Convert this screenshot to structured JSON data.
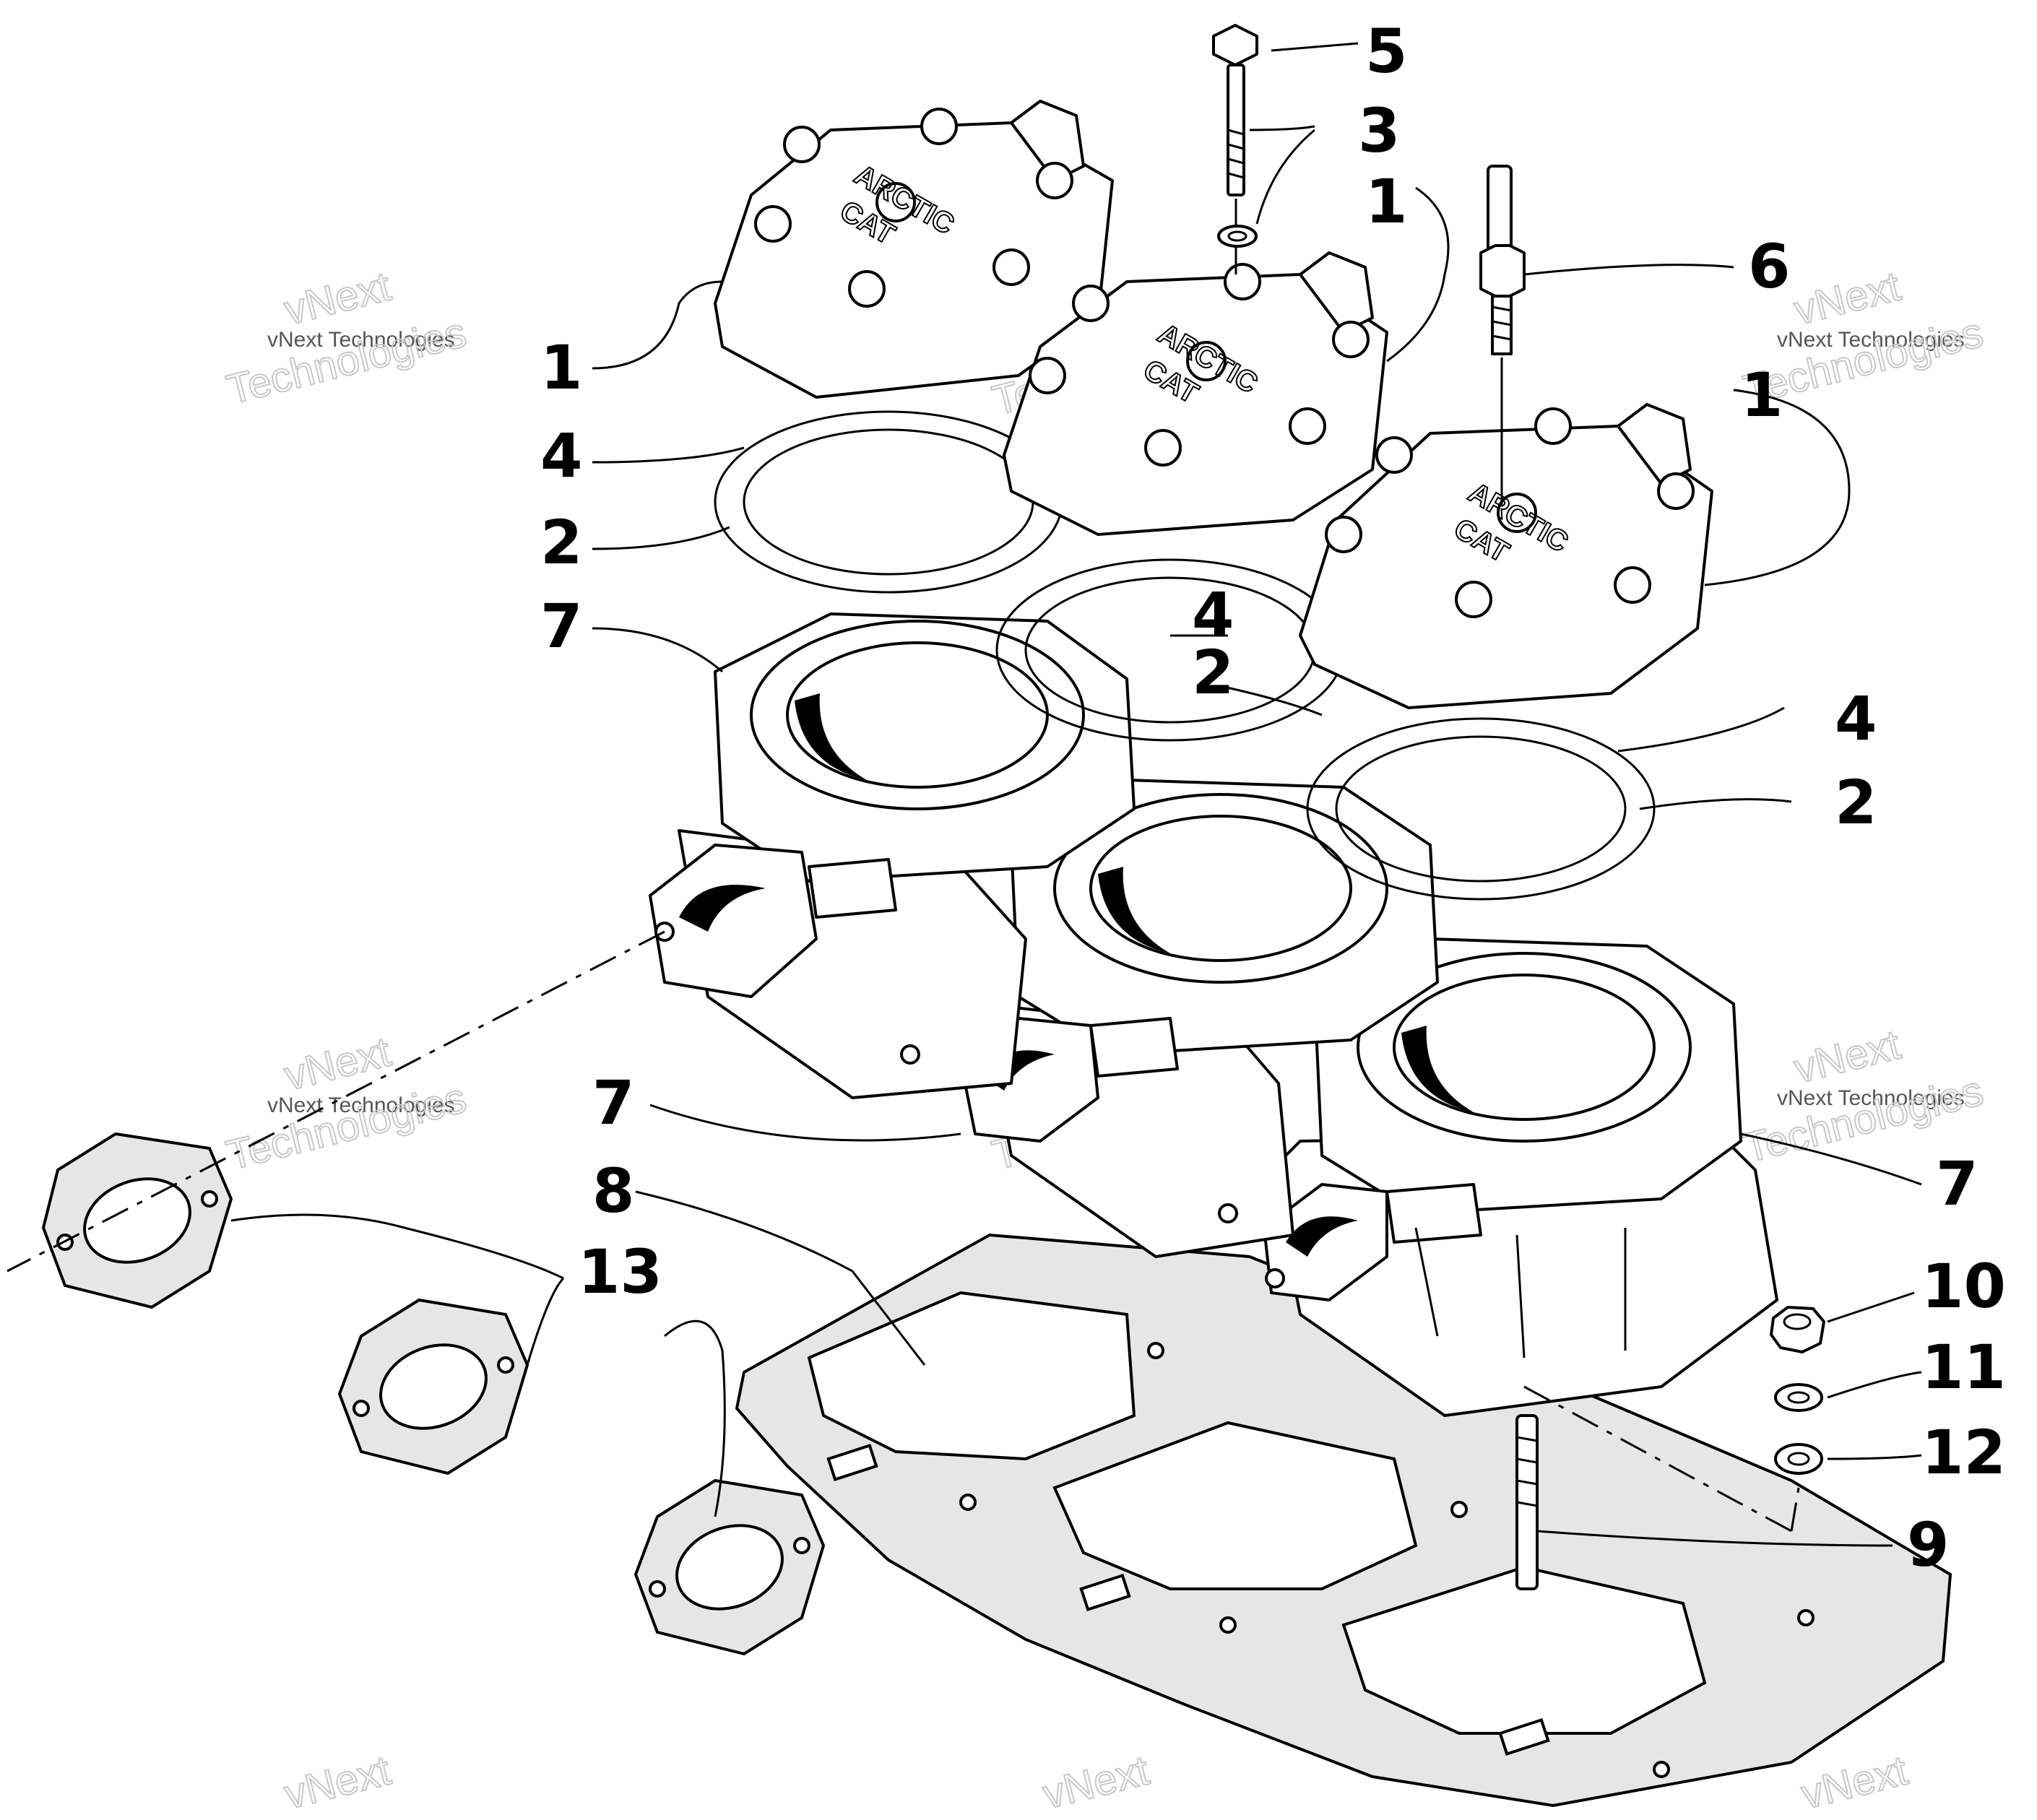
{
  "callouts": [
    {
      "id": "c1a",
      "label": "1"
    },
    {
      "id": "c1b",
      "label": "1"
    },
    {
      "id": "c1c",
      "label": "1"
    },
    {
      "id": "c2a",
      "label": "2"
    },
    {
      "id": "c2b",
      "label": "2"
    },
    {
      "id": "c2c",
      "label": "2"
    },
    {
      "id": "c3",
      "label": "3"
    },
    {
      "id": "c4a",
      "label": "4"
    },
    {
      "id": "c4b",
      "label": "4"
    },
    {
      "id": "c4c",
      "label": "4"
    },
    {
      "id": "c5",
      "label": "5"
    },
    {
      "id": "c6",
      "label": "6"
    },
    {
      "id": "c7a",
      "label": "7"
    },
    {
      "id": "c7b",
      "label": "7"
    },
    {
      "id": "c7c",
      "label": "7"
    },
    {
      "id": "c8",
      "label": "8"
    },
    {
      "id": "c9",
      "label": "9"
    },
    {
      "id": "c10",
      "label": "10"
    },
    {
      "id": "c11",
      "label": "11"
    },
    {
      "id": "c12",
      "label": "12"
    },
    {
      "id": "c13",
      "label": "13"
    }
  ],
  "watermark": {
    "small": "vNext Technologies",
    "line1": "vNext",
    "line2": "Technologies"
  },
  "head_logo": {
    "line1": "ARCTIC",
    "line2": "CAT"
  }
}
